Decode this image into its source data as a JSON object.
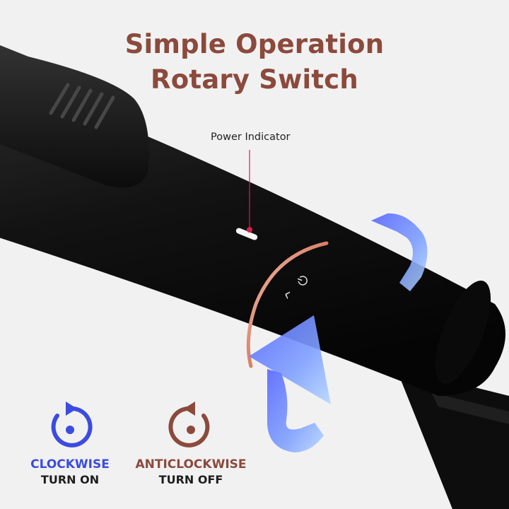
{
  "headline": {
    "line1": "Simple Operation",
    "line2": "Rotary Switch"
  },
  "callout": {
    "label": "Power Indicator"
  },
  "switch_symbols": {
    "power": "⏻",
    "chevron": "^"
  },
  "legend": {
    "clockwise": {
      "title": "CLOCKWISE",
      "action": "TURN ON",
      "color": "#3c4be0",
      "icon": "clockwise-rotate-icon"
    },
    "anticlockwise": {
      "title": "ANTICLOCKWISE",
      "action": "TURN OFF",
      "color": "#8b4a3c",
      "icon": "anticlockwise-rotate-icon"
    }
  },
  "colors": {
    "background": "#f1f1f1",
    "device": "#141414",
    "accent_ring": "#e8a08a",
    "arrow_blue": "#6f86ff",
    "indicator_dot": "#d6204a"
  }
}
